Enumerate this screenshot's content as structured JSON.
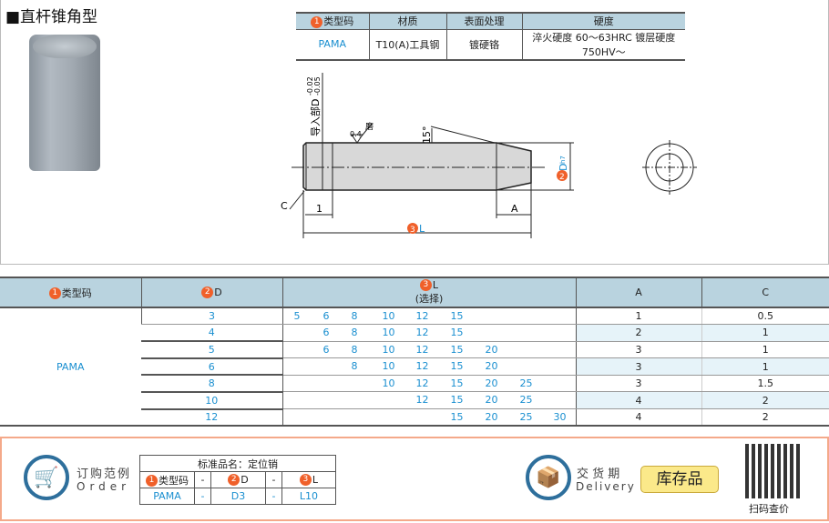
{
  "title": "■直杆锥角型",
  "spec": {
    "headers": [
      "类型码",
      "材质",
      "表面处理",
      "硬度"
    ],
    "row": [
      "PAMA",
      "T10(A)工具钢",
      "镀硬铬",
      "淬火硬度 60～63HRC 镀层硬度750HV～"
    ]
  },
  "drawing": {
    "lead_label": "导入部D",
    "tol_upper": "-0.02",
    "tol_lower": "-0.05",
    "grind": "磨",
    "roughness": "0.4",
    "angle": "15°",
    "c": "C",
    "one": "1",
    "a": "A",
    "l": "L",
    "d": "D",
    "d_tol": "h7",
    "n1": "1",
    "n2": "2",
    "n3": "3"
  },
  "main": {
    "headers": {
      "type": "类型码",
      "d": "D",
      "l": "L",
      "l_sub": "(选择)",
      "a": "A",
      "c": "C"
    },
    "type_value": "PAMA",
    "rows": [
      {
        "d": "3",
        "l": [
          "5",
          "6",
          "8",
          "10",
          "12",
          "15",
          "",
          "",
          ""
        ],
        "a": "1",
        "c": "0.5"
      },
      {
        "d": "4",
        "l": [
          "",
          "6",
          "8",
          "10",
          "12",
          "15",
          "",
          "",
          ""
        ],
        "a": "2",
        "c": "1"
      },
      {
        "d": "5",
        "l": [
          "",
          "6",
          "8",
          "10",
          "12",
          "15",
          "20",
          "",
          ""
        ],
        "a": "3",
        "c": "1"
      },
      {
        "d": "6",
        "l": [
          "",
          "",
          "8",
          "10",
          "12",
          "15",
          "20",
          "",
          ""
        ],
        "a": "3",
        "c": "1"
      },
      {
        "d": "8",
        "l": [
          "",
          "",
          "",
          "10",
          "12",
          "15",
          "20",
          "25",
          ""
        ],
        "a": "3",
        "c": "1.5"
      },
      {
        "d": "10",
        "l": [
          "",
          "",
          "",
          "",
          "12",
          "15",
          "20",
          "25",
          ""
        ],
        "a": "4",
        "c": "2"
      },
      {
        "d": "12",
        "l": [
          "",
          "",
          "",
          "",
          "",
          "15",
          "20",
          "25",
          "30"
        ],
        "a": "4",
        "c": "2"
      }
    ]
  },
  "order": {
    "label_cn": "订购范例",
    "label_en": "Order",
    "name": "标准品名：定位销",
    "h": [
      "类型码",
      "-",
      "D",
      "-",
      "L"
    ],
    "v": [
      "PAMA",
      "-",
      "D3",
      "-",
      "L10"
    ]
  },
  "delivery": {
    "label_cn": "交 货 期",
    "label_en": "Delivery",
    "stock": "库存品",
    "qr_label": "扫码查价"
  },
  "colors": {
    "accent": "#1a8fd0",
    "header_bg": "#b9d3df",
    "badge": "#f0602a"
  }
}
